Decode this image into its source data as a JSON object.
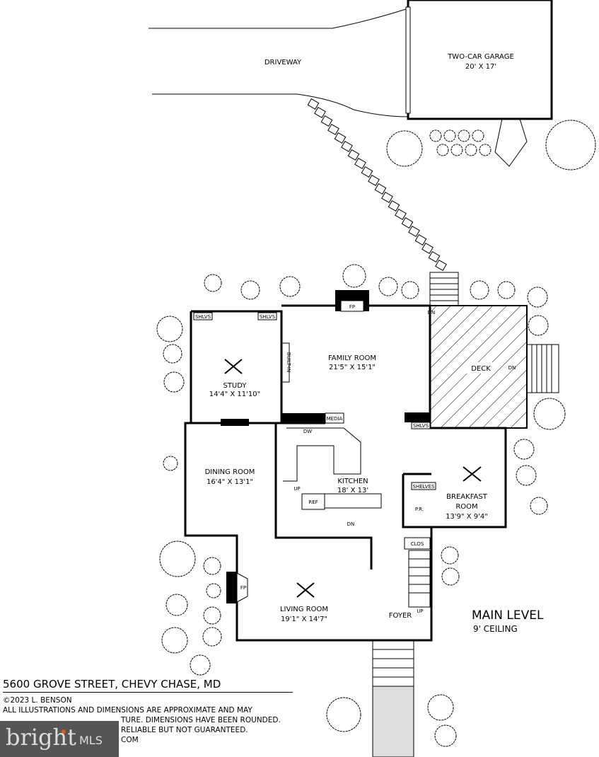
{
  "site": {
    "driveway": "DRIVEWAY",
    "garage": {
      "name": "TWO-CAR GARAGE",
      "dims": "20' X 17'"
    }
  },
  "rooms": {
    "family": {
      "name": "FAMILY ROOM",
      "dims": "21'5\" X 15'1\""
    },
    "study": {
      "name": "STUDY",
      "dims": "14'4\" X 11'10\""
    },
    "deck": {
      "name": "DECK"
    },
    "dining": {
      "name": "DINING ROOM",
      "dims": "16'4\" X 13'1\""
    },
    "kitchen": {
      "name": "KITCHEN",
      "dims": "18' X 13'"
    },
    "breakfast": {
      "name": "BREAKFAST",
      "name2": "ROOM",
      "dims": "13'9\" X 9'4\""
    },
    "living": {
      "name": "LIVING ROOM",
      "dims": "19'1\" X 14'7\""
    },
    "foyer": {
      "name": "FOYER"
    },
    "powder": {
      "name": "P.R."
    },
    "closet": {
      "name": "CLOS"
    }
  },
  "fixtures": {
    "fp": "FP",
    "shlvs": "SHLVS",
    "shelves": "SHELVES",
    "builtin": "BUILT-IN",
    "media": "MEDIA",
    "dw": "DW",
    "ref": "REF",
    "up": "UP",
    "dn": "DN"
  },
  "level": {
    "title": "MAIN LEVEL",
    "ceiling": "9' CEILING"
  },
  "footer": {
    "address": "5600 GROVE STREET, CHEVY CHASE, MD",
    "copyright": "©2023 L. BENSON",
    "lines": [
      "ALL ILLUSTRATIONS AND DIMENSIONS ARE APPROXIMATE AND MAY",
      "TURE. DIMENSIONS HAVE BEEN ROUNDED.",
      "RELIABLE BUT NOT GUARANTEED.",
      "COM"
    ]
  },
  "watermark": {
    "brand": "bright",
    "suffix": "MLS"
  }
}
